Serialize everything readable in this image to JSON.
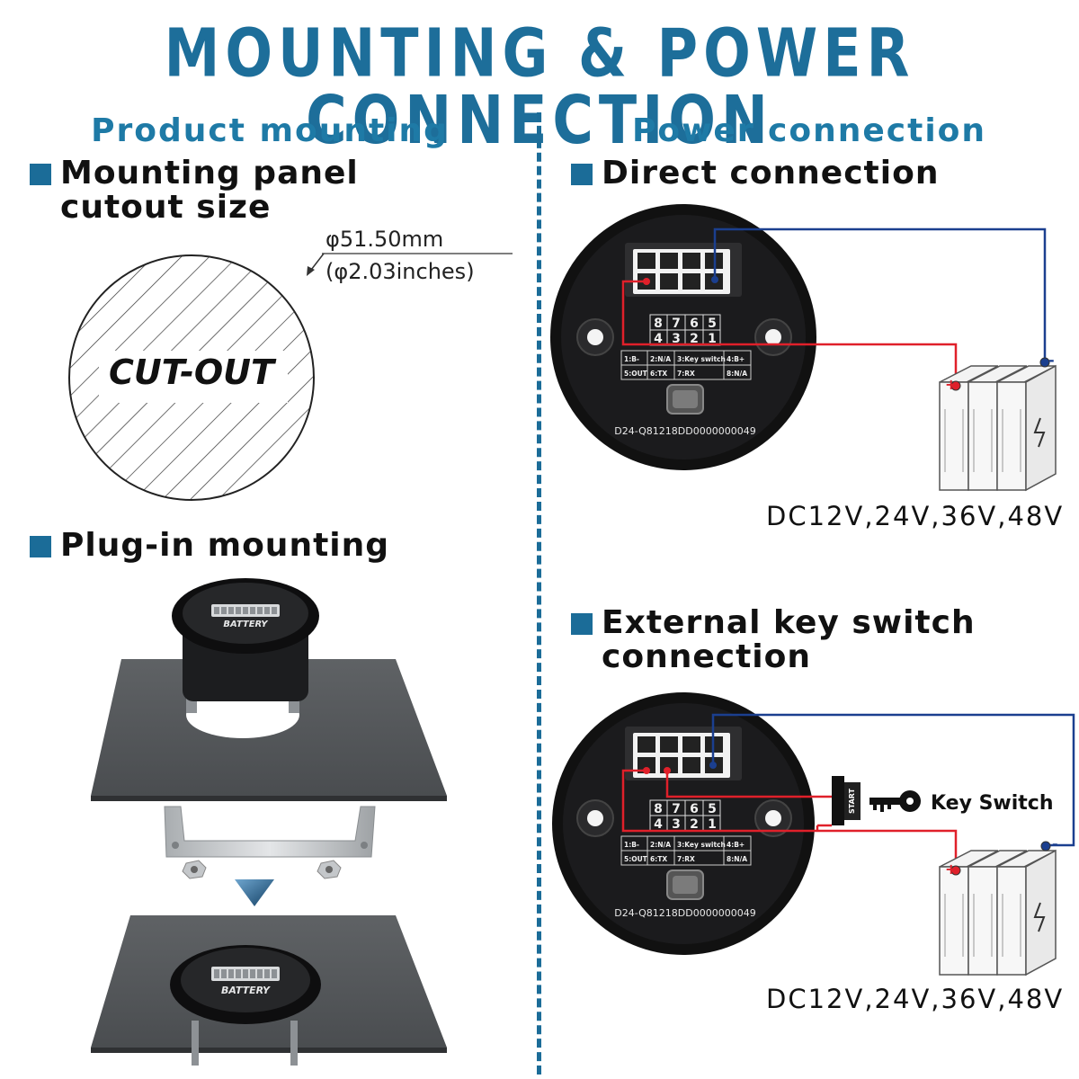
{
  "title": "MOUNTING & POWER CONNECTION",
  "left": {
    "heading": "Product mounting",
    "cutout_section": {
      "label_line1": "Mounting panel",
      "label_line2": "cutout size",
      "dim_mm": "φ51.50mm",
      "dim_in": "(φ2.03inches)",
      "cutout_text": "CUT-OUT"
    },
    "plugin_section": {
      "label": "Plug-in mounting",
      "battery_text": "BATTERY"
    }
  },
  "right": {
    "heading": "Power connection",
    "direct": {
      "label": "Direct connection",
      "voltage": "DC12V,24V,36V,48V"
    },
    "external": {
      "label_line1": "External key switch",
      "label_line2": "connection",
      "key_switch": "Key Switch",
      "start": "START",
      "voltage": "DC12V,24V,36V,48V"
    },
    "gauge": {
      "pins_top": [
        "8",
        "7",
        "6",
        "5"
      ],
      "pins_bottom": [
        "4",
        "3",
        "2",
        "1"
      ],
      "legend_row1": [
        "1:B-",
        "2:N/A",
        "3:Key switch",
        "4:B+"
      ],
      "legend_row2": [
        "5:OUT",
        "6:TX",
        "7:RX",
        "8:N/A"
      ],
      "serial": "D24-Q81218DD0000000049"
    },
    "battery": {
      "plus": "+",
      "minus": "-"
    }
  },
  "colors": {
    "accent": "#1b6c98",
    "wire_red": "#e0202a",
    "wire_blue": "#1b3f8f"
  }
}
